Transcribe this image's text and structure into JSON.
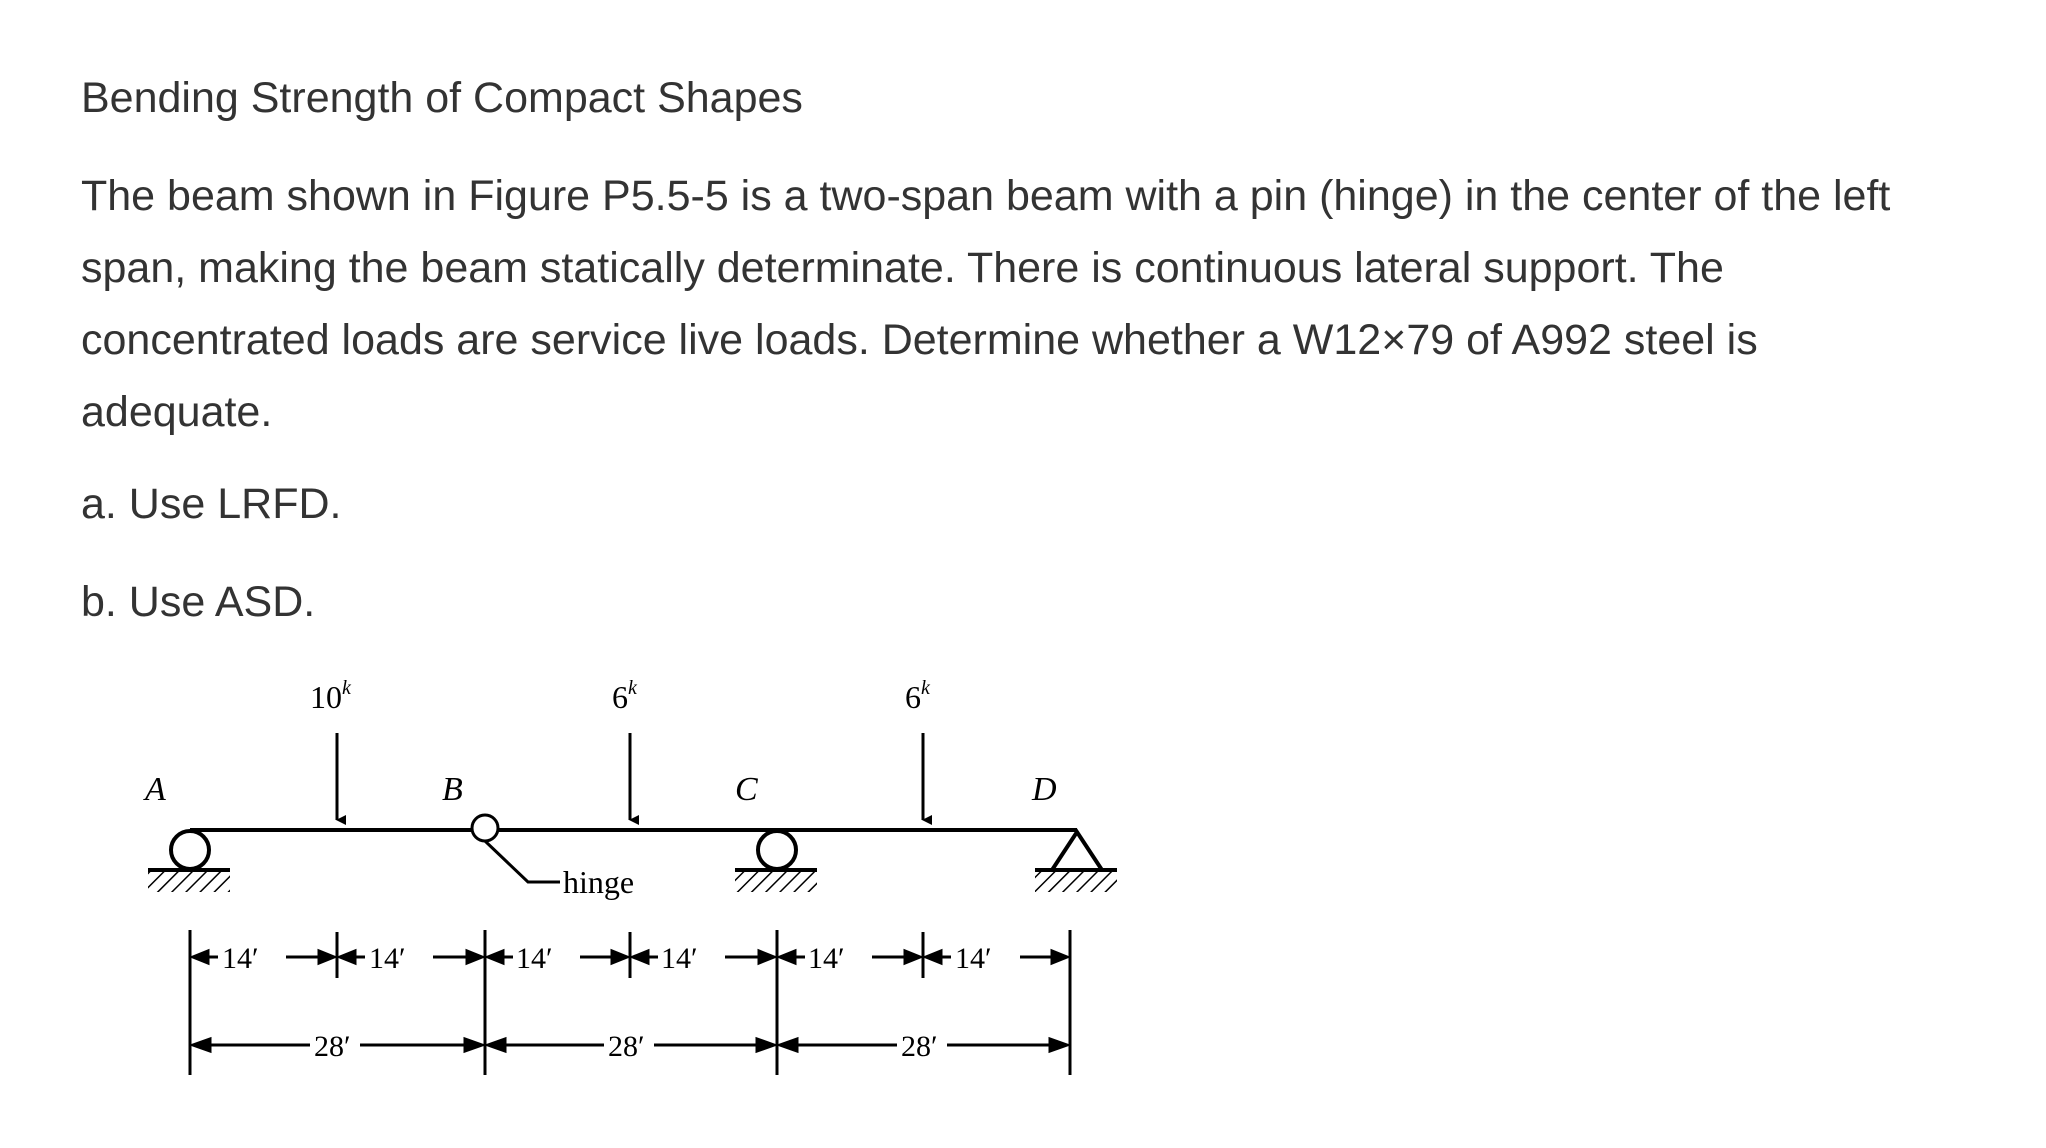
{
  "heading": "Bending Strength of Compact Shapes",
  "problem": {
    "lines": [
      "The beam shown in Figure P5.5-5 is a two-span beam with a pin (hinge) in the center of the left",
      "span, making the beam statically determinate. There is continuous lateral support. The",
      "concentrated loads are service live loads. Determine whether a W12×79 of A992 steel is",
      "adequate."
    ],
    "part_a": "a. Use LRFD.",
    "part_b": "b. Use ASD."
  },
  "figure": {
    "loads": [
      {
        "value": "10",
        "unit": "k"
      },
      {
        "value": "6",
        "unit": "k"
      },
      {
        "value": "6",
        "unit": "k"
      }
    ],
    "points": [
      "A",
      "B",
      "C",
      "D"
    ],
    "hinge_label": "hinge",
    "half_spans": [
      "14′",
      "14′",
      "14′",
      "14′",
      "14′",
      "14′"
    ],
    "full_spans": [
      "28′",
      "28′",
      "28′"
    ]
  }
}
